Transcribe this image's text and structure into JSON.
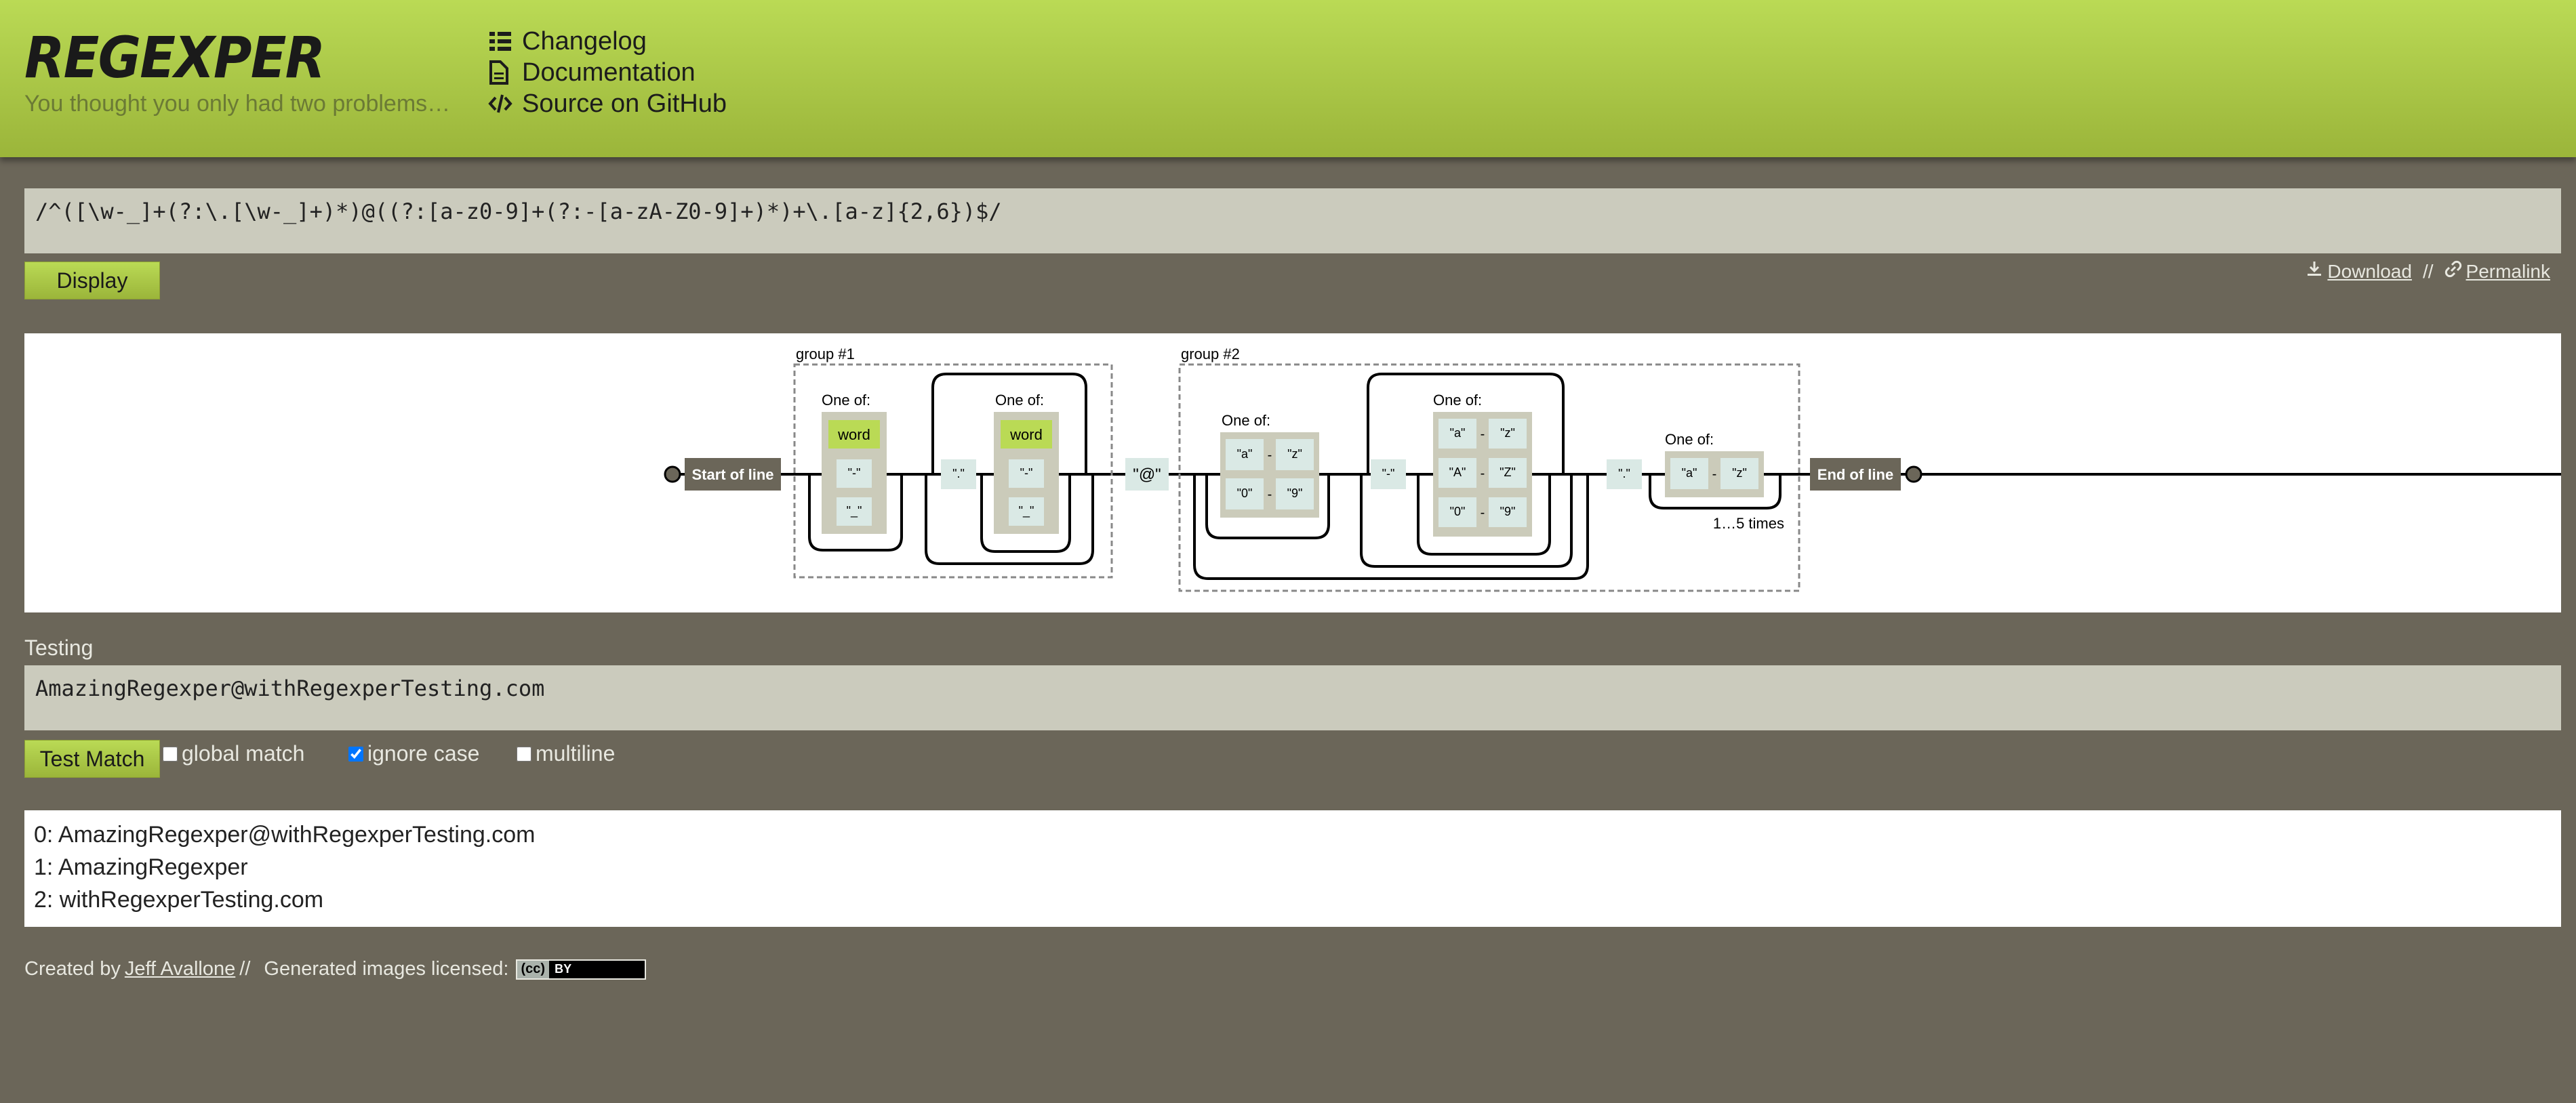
{
  "header": {
    "logo": "REGEXPER",
    "tagline": "You thought you only had two problems…",
    "nav": [
      {
        "label": "Changelog",
        "icon": "list-icon"
      },
      {
        "label": "Documentation",
        "icon": "document-icon"
      },
      {
        "label": "Source on GitHub",
        "icon": "code-icon"
      }
    ]
  },
  "regex": {
    "value": "/^([\\w-_]+(?:\\.[\\w-_]+)*)@((?:[a-z0-9]+(?:-[a-zA-Z0-9]+)*)+\\.[a-z]{2,6})$/"
  },
  "display_button": "Display",
  "links": {
    "download": "Download",
    "separator": "//",
    "permalink": "Permalink"
  },
  "diagram": {
    "start": "Start of line",
    "end": "End of line",
    "group1_label": "group #1",
    "group2_label": "group #2",
    "one_of": "One of:",
    "word": "word",
    "hyphen_lit": "\"-\"",
    "underscore_lit": "\"_\"",
    "dot_lit": "\".\"",
    "at_lit": "\"@\"",
    "range_a": "\"a\"",
    "range_z": "\"z\"",
    "range_A": "\"A\"",
    "range_Z": "\"Z\"",
    "range_0": "\"0\"",
    "range_9": "\"9\"",
    "dash": "-",
    "repeat_label": "1…5 times"
  },
  "testing": {
    "label": "Testing",
    "value": "AmazingRegexper@withRegexperTesting.com"
  },
  "test_match_button": "Test Match",
  "options": {
    "global": {
      "label": "global match",
      "checked": false
    },
    "ignore_case": {
      "label": "ignore case",
      "checked": true
    },
    "multiline": {
      "label": "multiline",
      "checked": false
    }
  },
  "results": [
    "0: AmazingRegexper@withRegexperTesting.com",
    "1: AmazingRegexper",
    "2: withRegexperTesting.com"
  ],
  "footer": {
    "created_by": "Created by",
    "author": "Jeff Avallone",
    "separator": "//",
    "license_text": "Generated images licensed:",
    "badge_cc": "(cc)",
    "badge_by": "BY"
  },
  "colors": {
    "accent": "#bada55",
    "background": "#6b6659",
    "input_bg": "#cbcbbd",
    "terminal": "#6b6659",
    "literal_bg": "#dae9e5",
    "charset_bg": "#cbcbba"
  }
}
